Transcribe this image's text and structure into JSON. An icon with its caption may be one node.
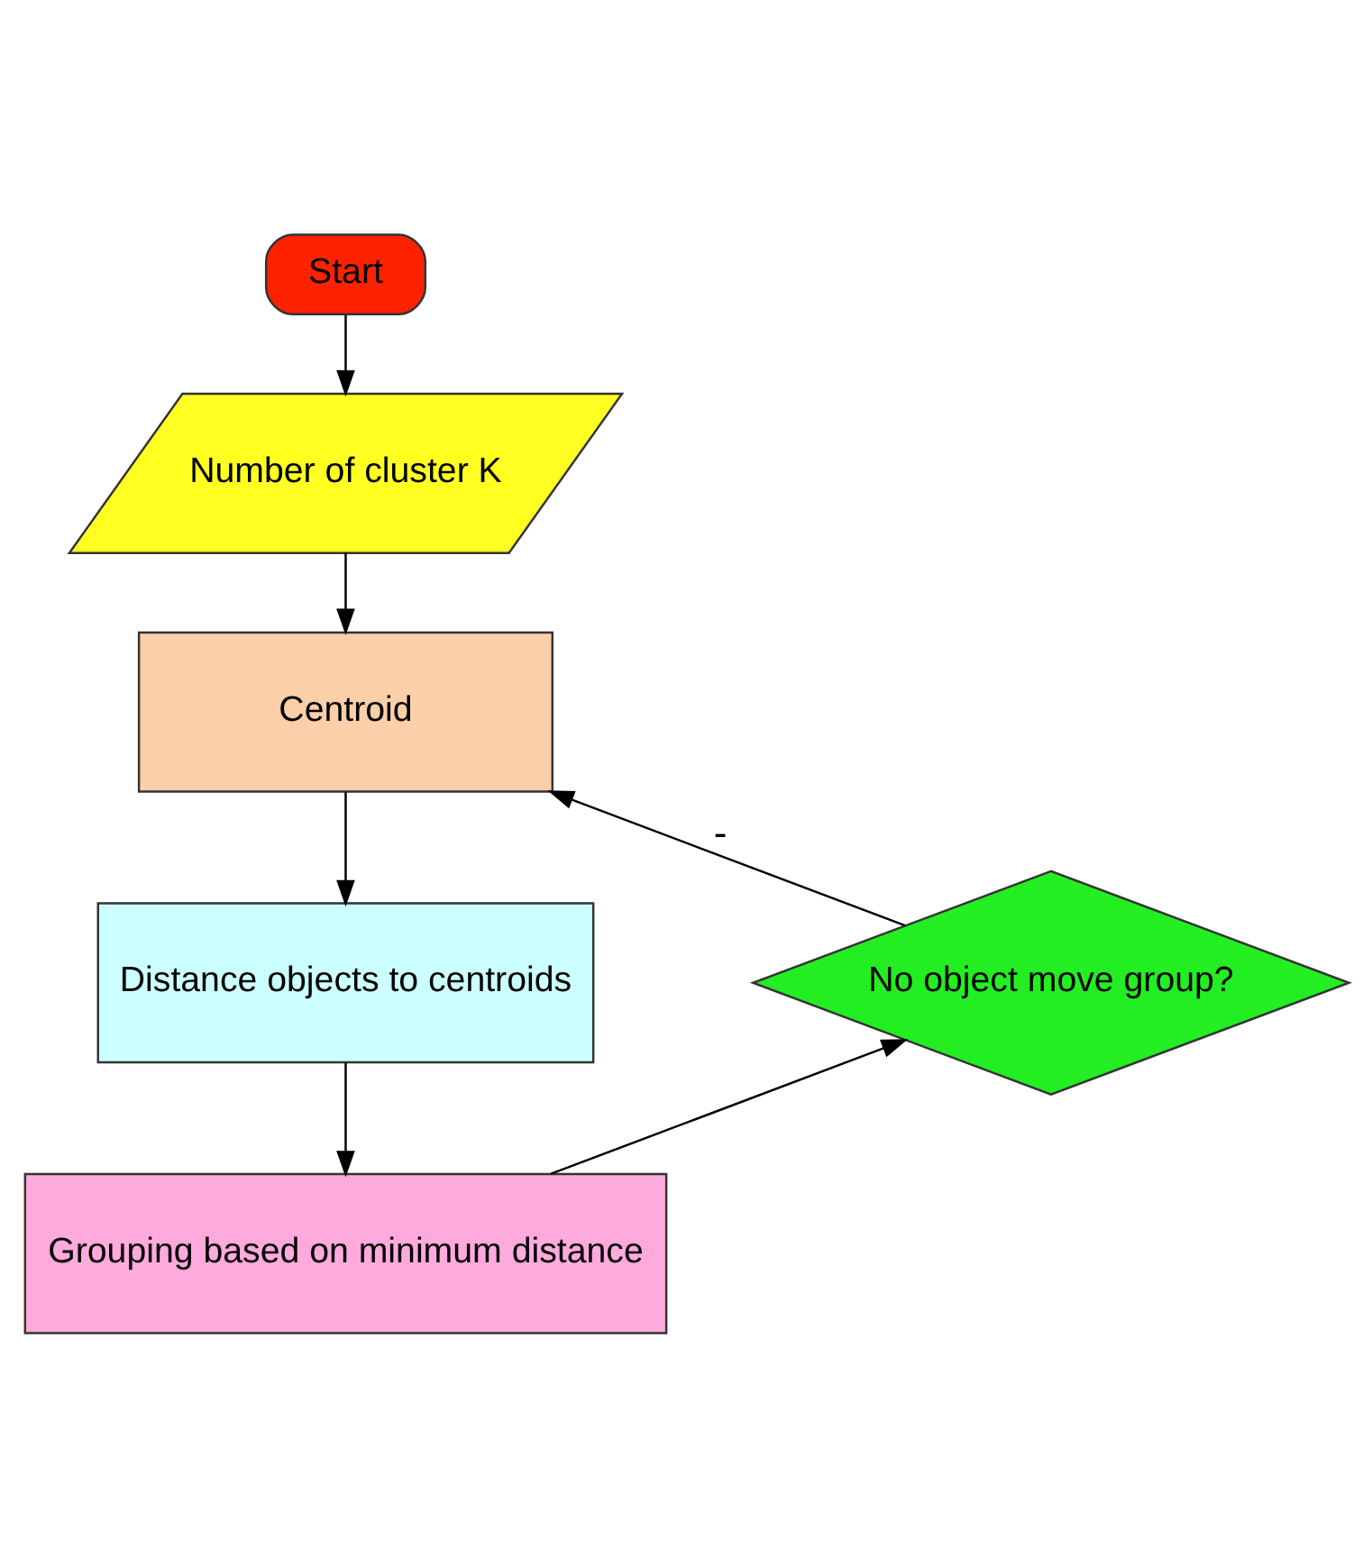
{
  "diagram": {
    "nodes": [
      {
        "text": [
          "Start"
        ]
      },
      {
        "text": [
          "Number of cluster K"
        ]
      },
      {
        "text": [
          "Centroid"
        ]
      },
      {
        "text": [
          "Distance objects to centroids"
        ]
      },
      {
        "text": [
          "Grouping based on minimum distance"
        ]
      },
      {
        "text": [
          "No object move group?"
        ]
      }
    ],
    "edges": [
      {
        "from": 0,
        "to": 1,
        "arrow": "to"
      },
      {
        "from": 1,
        "to": 2,
        "arrow": "to"
      },
      {
        "from": 2,
        "to": 3,
        "arrow": "to"
      },
      {
        "from": 3,
        "to": 4,
        "arrow": "to"
      },
      {
        "from": 4,
        "to": 5,
        "arrow": "to"
      },
      {
        "from": 5,
        "to": 2,
        "arrow": "to",
        "label": "-"
      }
    ]
  }
}
